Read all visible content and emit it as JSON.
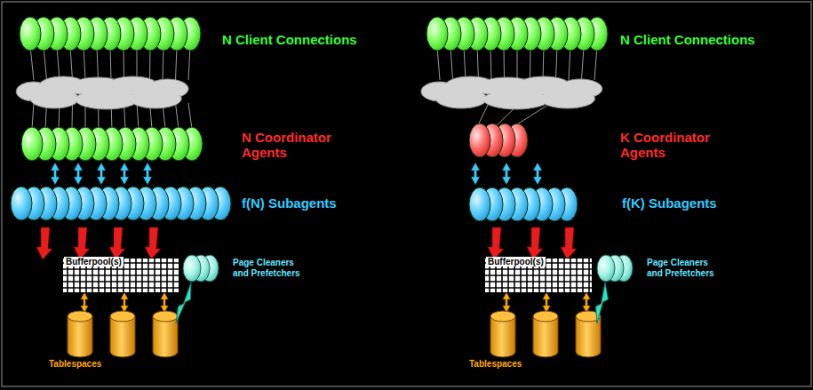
{
  "diagram": {
    "nodes": [
      {
        "text": [
          "Bufferpool(s)"
        ]
      },
      {
        "text": [
          "Bufferpool(s)"
        ]
      }
    ],
    "labels": [
      "N Client Connections",
      "N Client Connections",
      "N Coordinator Agents",
      "K Coordinator Agents",
      "f(N) Subagents",
      "f(K) Subagents",
      "Page Cleaners and Prefetchers",
      "Page Cleaners and Prefetchers",
      "Tablespaces",
      "Tablespaces"
    ]
  }
}
